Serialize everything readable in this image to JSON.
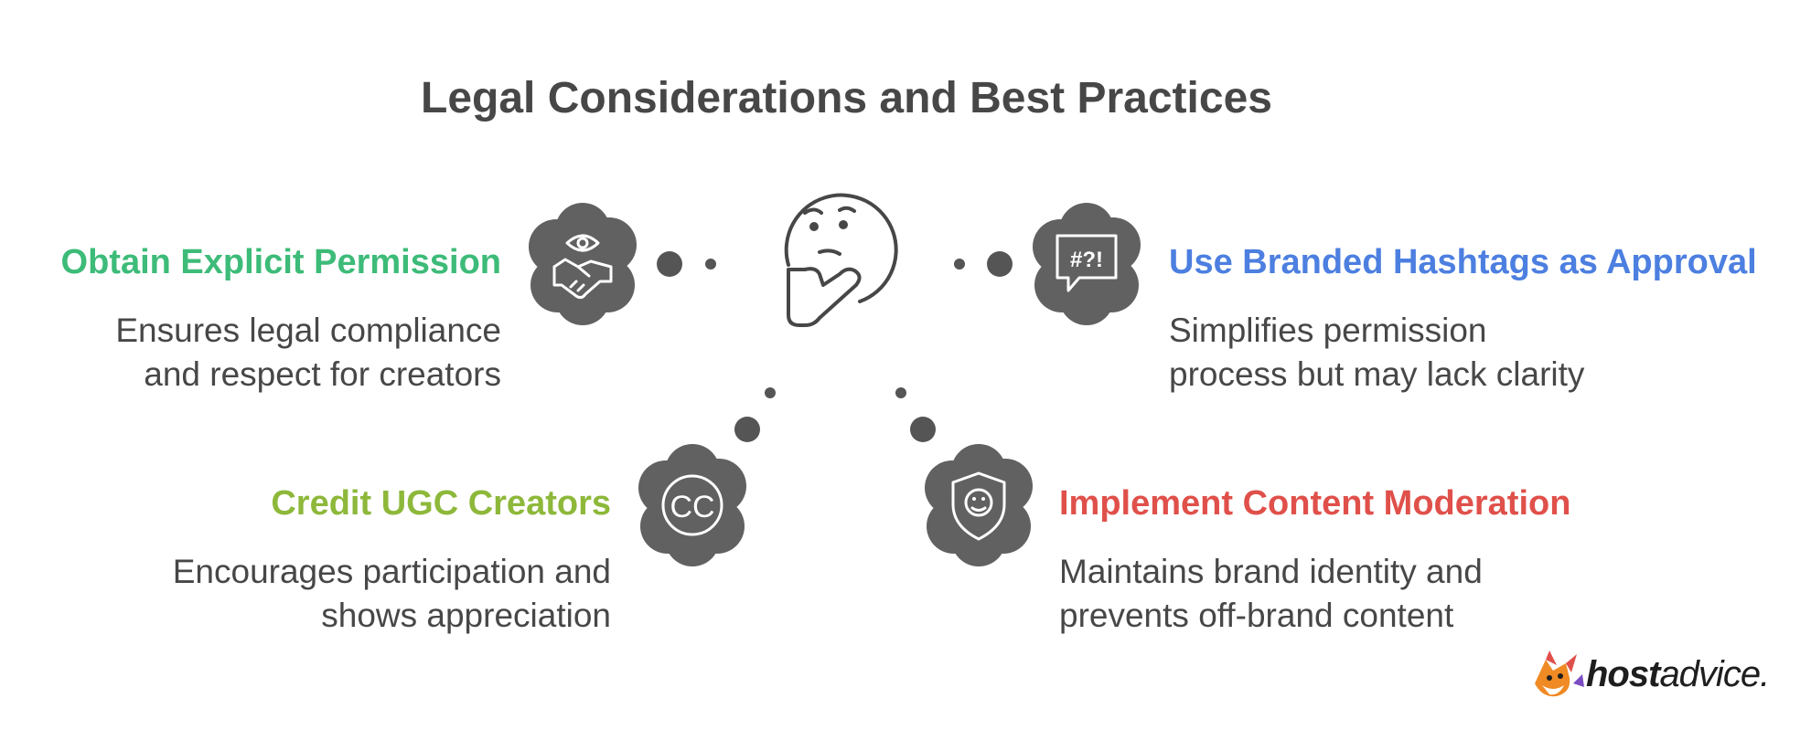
{
  "title": "Legal Considerations and Best Practices",
  "colors": {
    "icon_fill": "#616161",
    "dot": "#555555",
    "text": "#474747",
    "green": "#3dbb78",
    "blue": "#4c7fe0",
    "olive": "#8db83a",
    "red": "#e0504a"
  },
  "center_icon": "thinking-face-icon",
  "items": [
    {
      "heading": "Obtain Explicit Permission",
      "desc_lines": [
        "Ensures legal compliance",
        "and respect for creators"
      ],
      "color": "#3dbb78",
      "icon": "eye-handshake-icon"
    },
    {
      "heading": "Use Branded Hashtags as Approval",
      "desc_lines": [
        "Simplifies permission",
        "process but may lack clarity"
      ],
      "color": "#4c7fe0",
      "icon": "hashtag-speech-bubble-icon"
    },
    {
      "heading": "Credit UGC Creators",
      "desc_lines": [
        "Encourages participation and",
        "shows appreciation"
      ],
      "color": "#8db83a",
      "icon": "creative-commons-icon"
    },
    {
      "heading": "Implement Content Moderation",
      "desc_lines": [
        "Maintains brand identity and",
        "prevents off-brand content"
      ],
      "color": "#e0504a",
      "icon": "shield-face-icon"
    }
  ],
  "logo": {
    "bold": "host",
    "light": "advice."
  }
}
